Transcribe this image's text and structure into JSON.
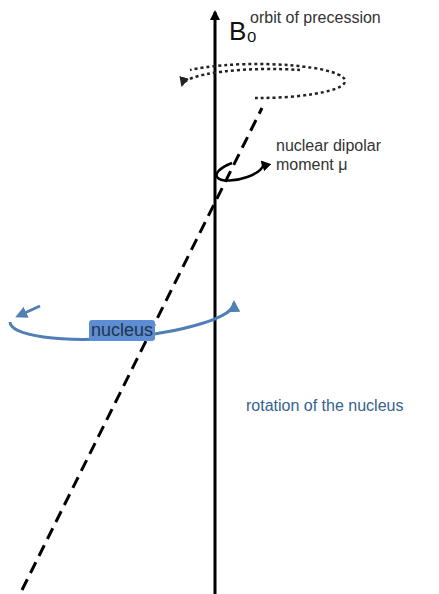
{
  "diagram": {
    "nodes": [
      {
        "text": [
          "nucleus"
        ]
      }
    ],
    "labels": [
      "B₀",
      "orbit of precession",
      "nuclear dipolar moment μ",
      "rotation of the nucleus"
    ]
  }
}
